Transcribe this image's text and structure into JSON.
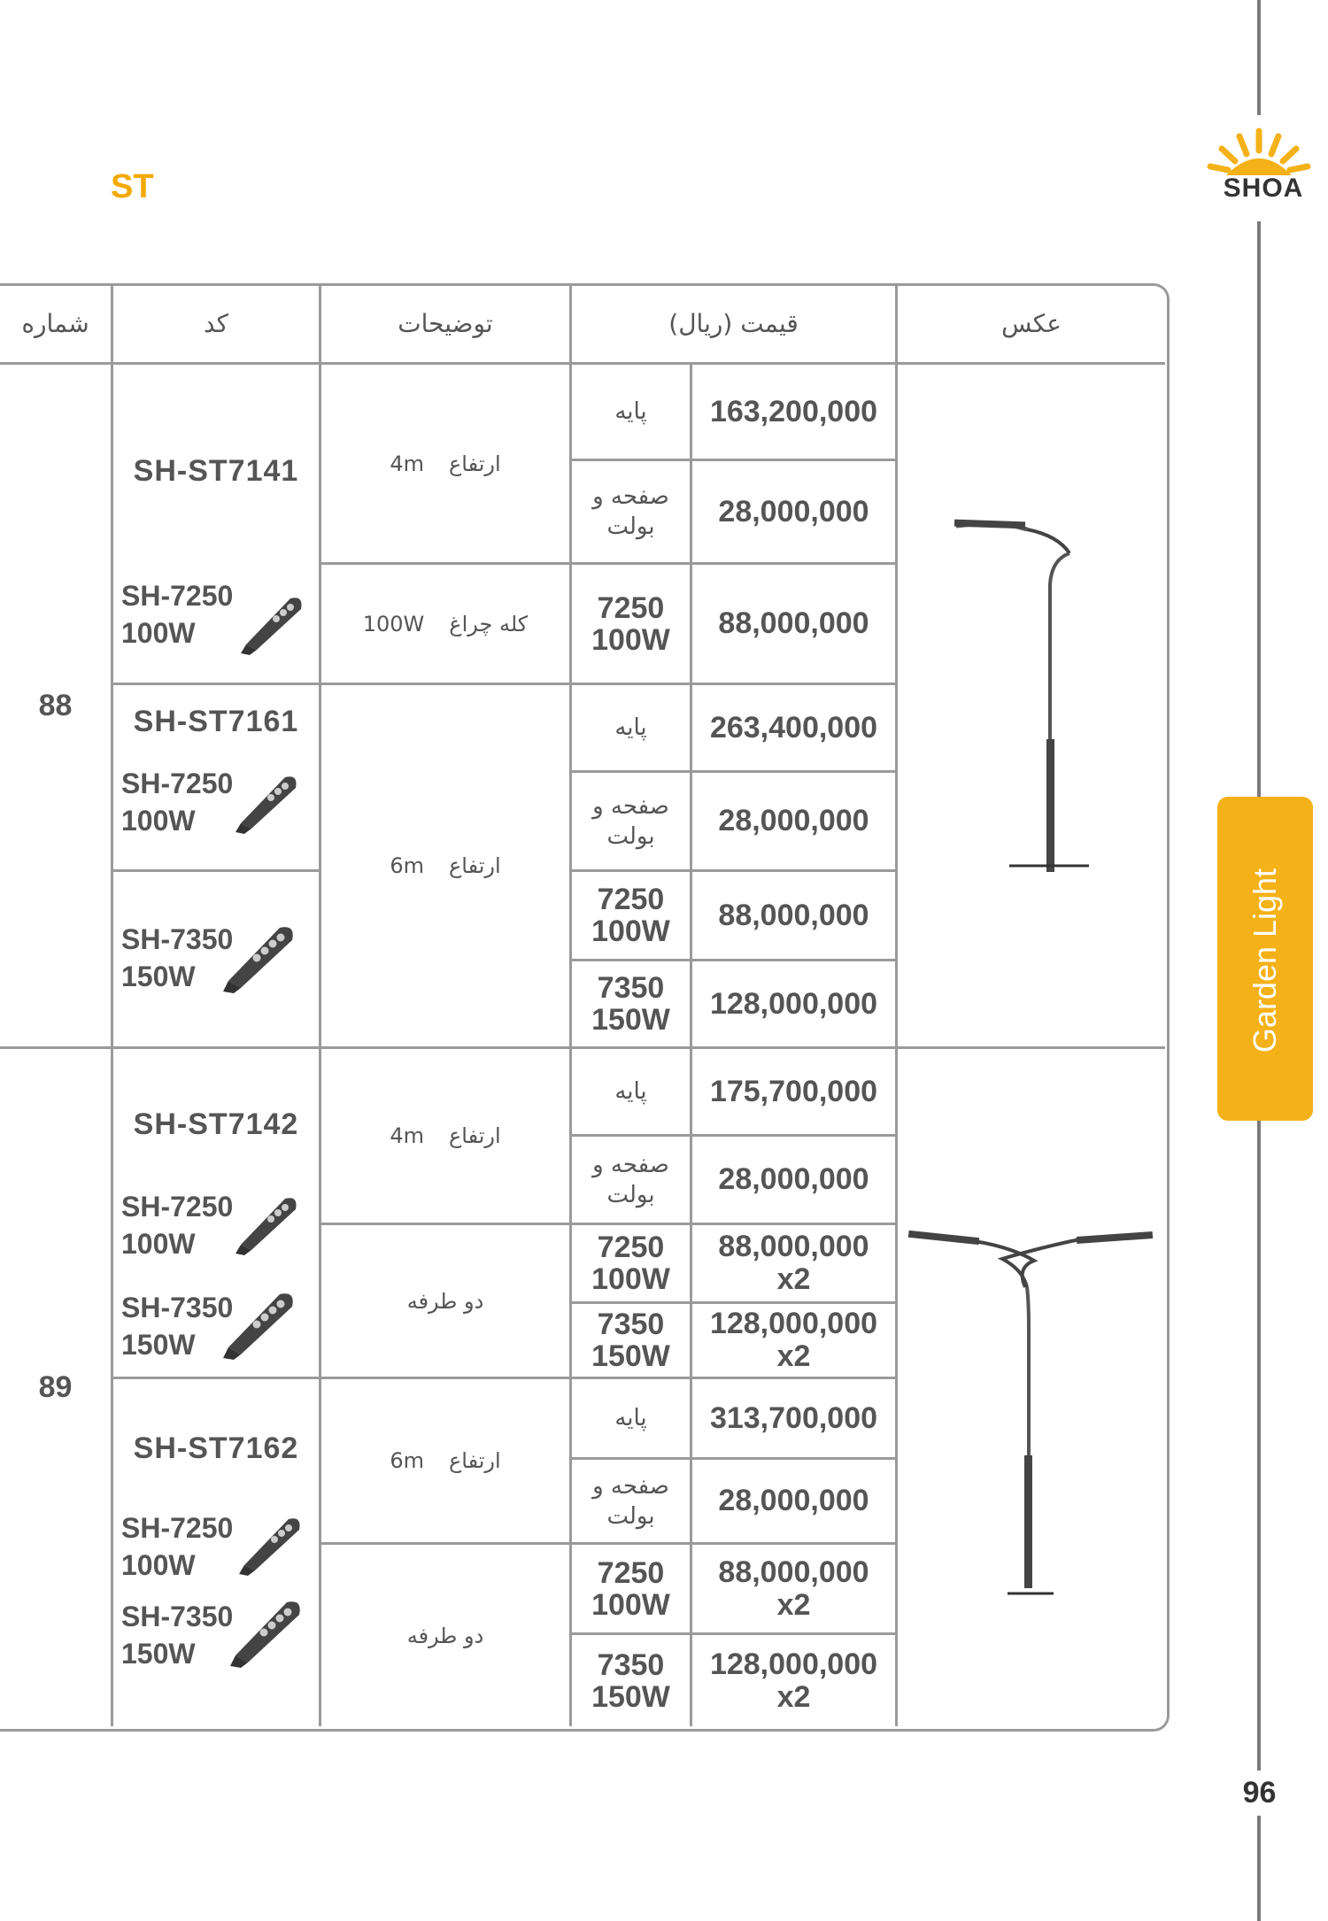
{
  "brand": {
    "name": "SHOA",
    "logo_color": "#f4b118"
  },
  "page": {
    "series": "ST",
    "section_tab": "Garden Light",
    "number": "96"
  },
  "table": {
    "headers": {
      "number": "شماره",
      "code": "کد",
      "desc": "توضیحات",
      "price": "قیمت (ریال)",
      "photo": "عکس"
    },
    "labels": {
      "pole": "پایه",
      "plate": "صفحه و بولت",
      "height": "ارتفاع",
      "lamp_head": "کله چراغ",
      "two_sided": "دو طرفه"
    },
    "groups": [
      {
        "number": "88",
        "models": [
          {
            "code": "SH-ST7141",
            "height": "4m",
            "pole_price": "163,200,000",
            "plate_price": "28,000,000",
            "lamps": [
              {
                "code": "SH-7250",
                "power": "100W",
                "model": "7250",
                "price": "88,000,000",
                "desc_value": "100W"
              }
            ]
          },
          {
            "code": "SH-ST7161",
            "height": "6m",
            "pole_price": "263,400,000",
            "plate_price": "28,000,000",
            "lamps": [
              {
                "code": "SH-7250",
                "power": "100W",
                "model": "7250",
                "price": "88,000,000"
              },
              {
                "code": "SH-7350",
                "power": "150W",
                "model": "7350",
                "price": "128,000,000"
              }
            ]
          }
        ]
      },
      {
        "number": "89",
        "models": [
          {
            "code": "SH-ST7142",
            "height": "4m",
            "pole_price": "175,700,000",
            "plate_price": "28,000,000",
            "lamps": [
              {
                "code": "SH-7250",
                "power": "100W",
                "model": "7250",
                "price": "88,000,000",
                "qty": "x2"
              },
              {
                "code": "SH-7350",
                "power": "150W",
                "model": "7350",
                "price": "128,000,000",
                "qty": "x2"
              }
            ]
          },
          {
            "code": "SH-ST7162",
            "height": "6m",
            "pole_price": "313,700,000",
            "plate_price": "28,000,000",
            "lamps": [
              {
                "code": "SH-7250",
                "power": "100W",
                "model": "7250",
                "price": "88,000,000",
                "qty": "x2"
              },
              {
                "code": "SH-7350",
                "power": "150W",
                "model": "7350",
                "price": "128,000,000",
                "qty": "x2"
              }
            ]
          }
        ]
      }
    ]
  }
}
